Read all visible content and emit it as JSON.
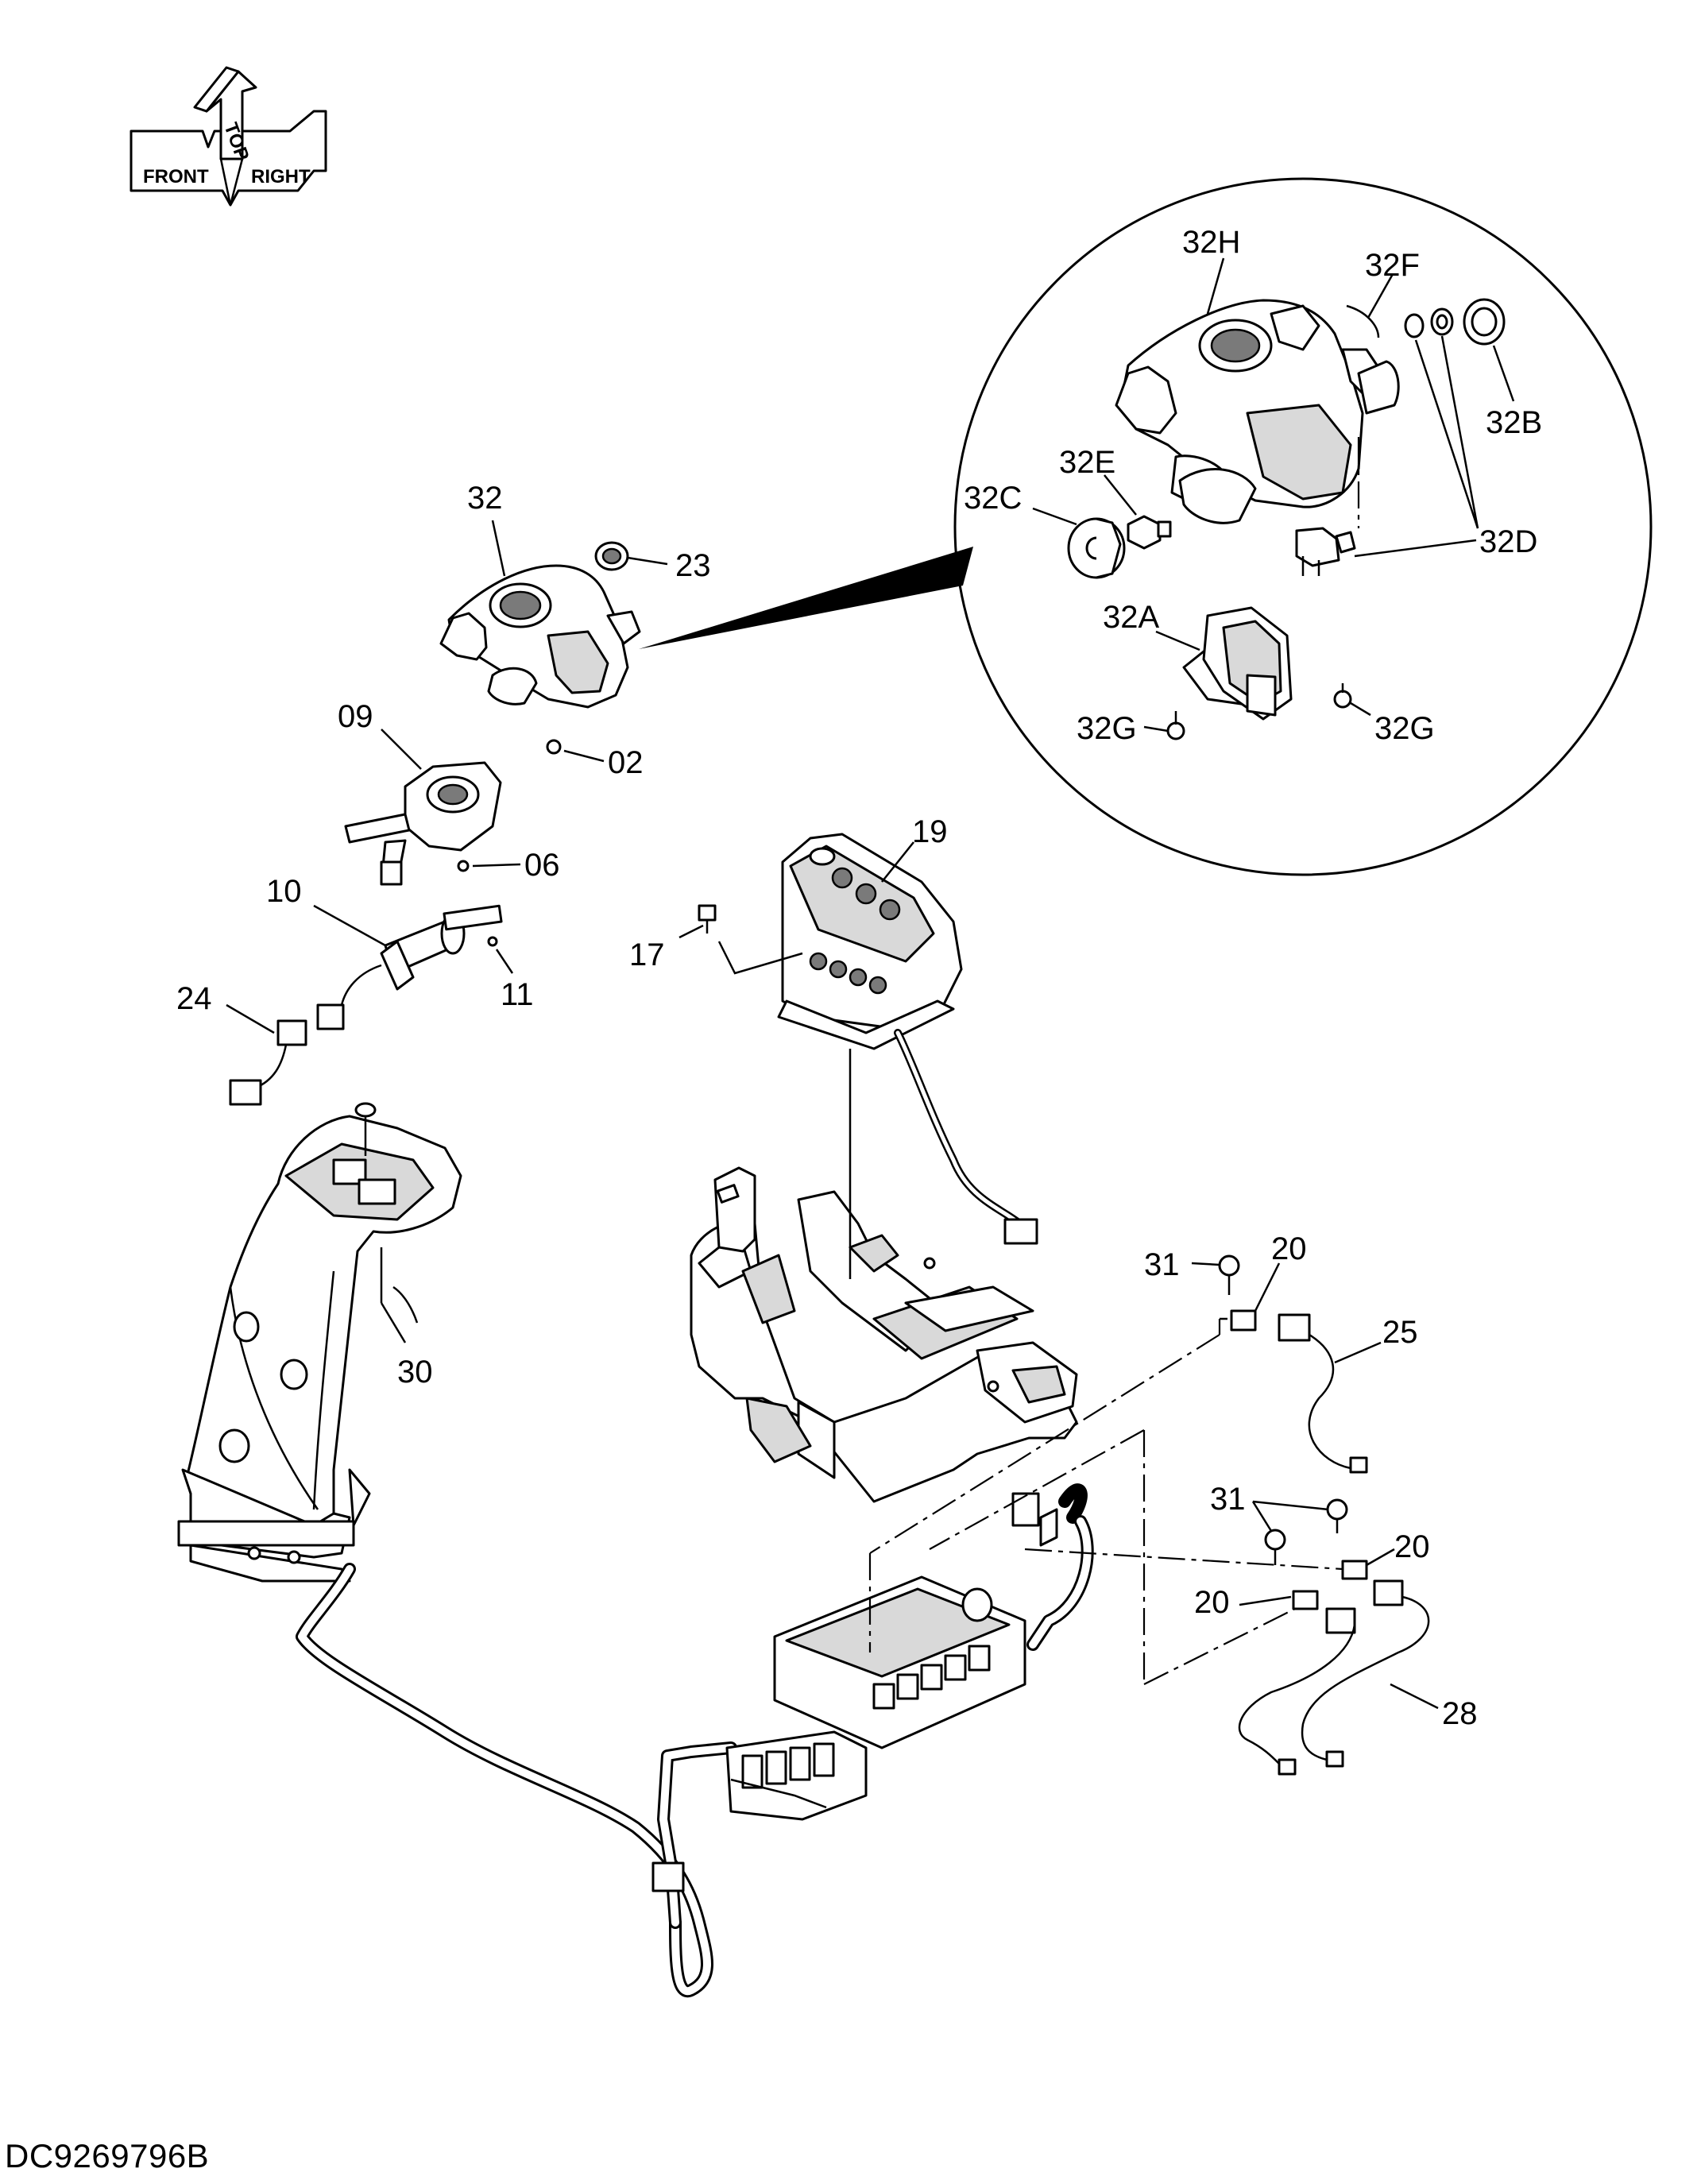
{
  "orientation": {
    "front": "FRONT",
    "top": "TOP",
    "right": "RIGHT"
  },
  "callouts": {
    "c32": "32",
    "c23": "23",
    "c02": "02",
    "c09": "09",
    "c06": "06",
    "c10": "10",
    "c11": "11",
    "c24": "24",
    "c30": "30",
    "c17": "17",
    "c19": "19",
    "c31a": "31",
    "c20a": "20",
    "c25": "25",
    "c31b": "31",
    "c20b": "20",
    "c20c": "20",
    "c28": "28"
  },
  "detail_callouts": {
    "c32H": "32H",
    "c32F": "32F",
    "c32B": "32B",
    "c32E": "32E",
    "c32C": "32C",
    "c32D": "32D",
    "c32A": "32A",
    "c32G1": "32G",
    "c32G2": "32G"
  },
  "document_code": "DC9269796B"
}
